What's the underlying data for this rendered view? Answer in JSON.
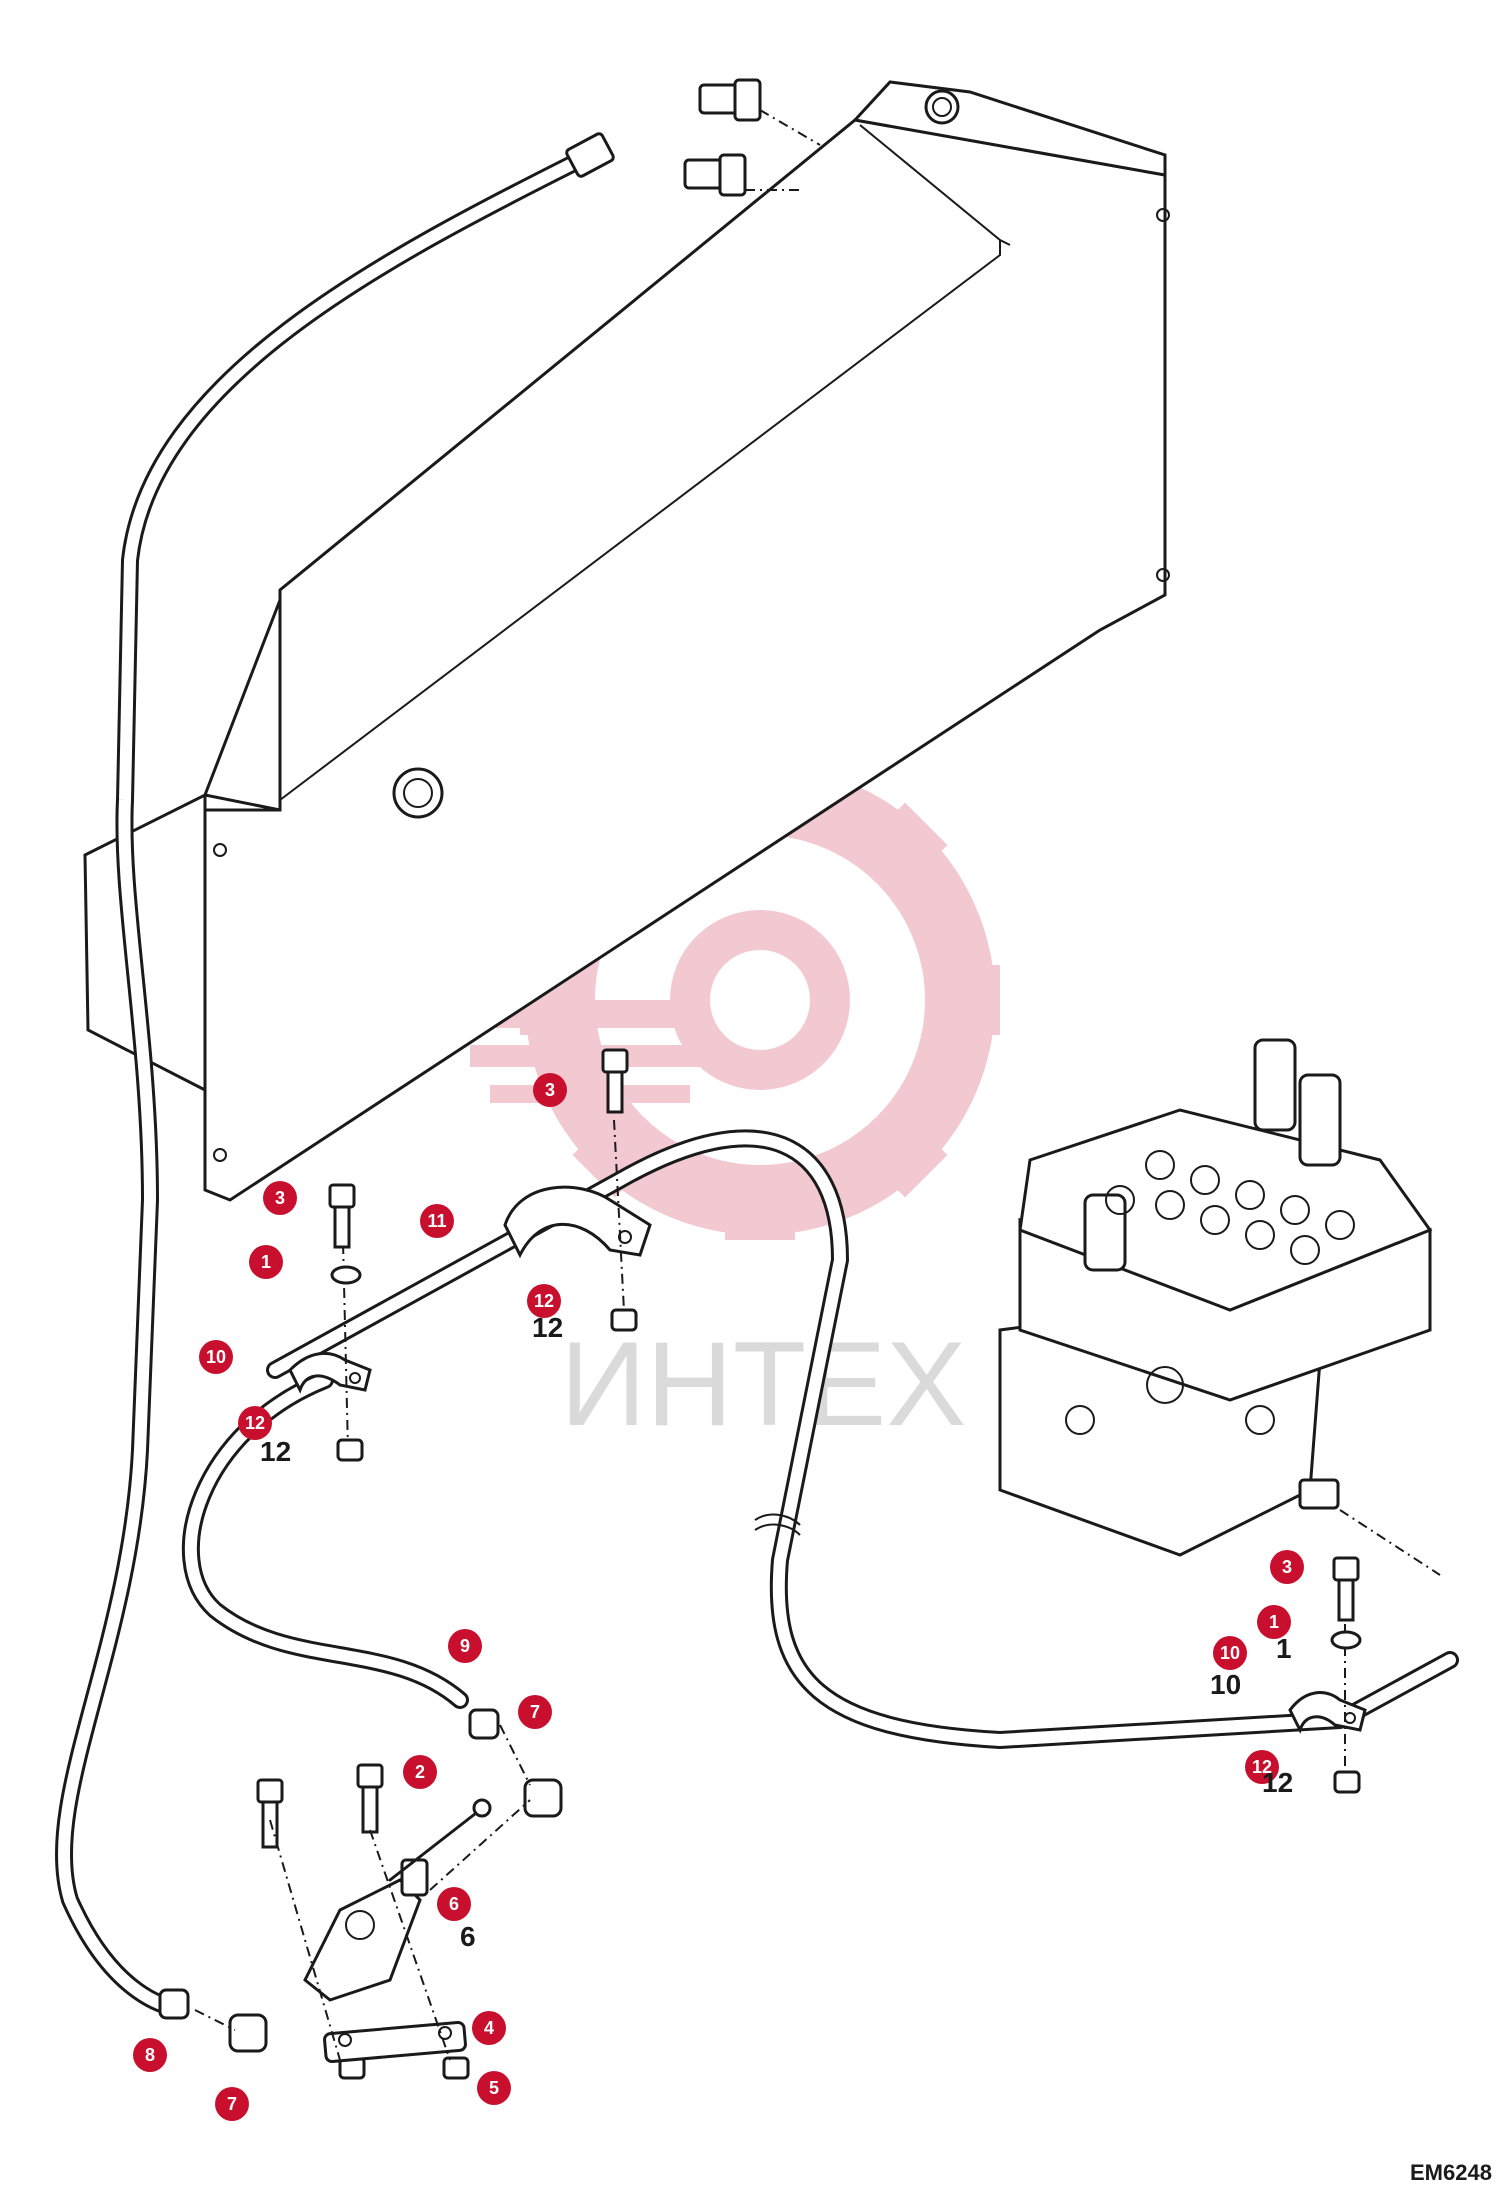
{
  "callouts": [
    {
      "num": "3"
    },
    {
      "num": "3"
    },
    {
      "num": "11"
    },
    {
      "num": "1"
    },
    {
      "num": "12"
    },
    {
      "num": "10"
    },
    {
      "num": "12"
    },
    {
      "num": "9"
    },
    {
      "num": "7"
    },
    {
      "num": "2"
    },
    {
      "num": "6"
    },
    {
      "num": "8"
    },
    {
      "num": "7"
    },
    {
      "num": "4"
    },
    {
      "num": "5"
    },
    {
      "num": "3"
    },
    {
      "num": "1"
    },
    {
      "num": "10"
    },
    {
      "num": "12"
    }
  ],
  "inline_labels": [
    "12",
    "12",
    "10",
    "1",
    "6",
    "12"
  ],
  "watermark": {
    "text": "ИНТЕХ",
    "color": "#e8a0a8"
  },
  "drawing_code": "EM6248",
  "colors": {
    "callout": "#c8102e",
    "line": "#1a1a1a",
    "background": "#ffffff"
  }
}
